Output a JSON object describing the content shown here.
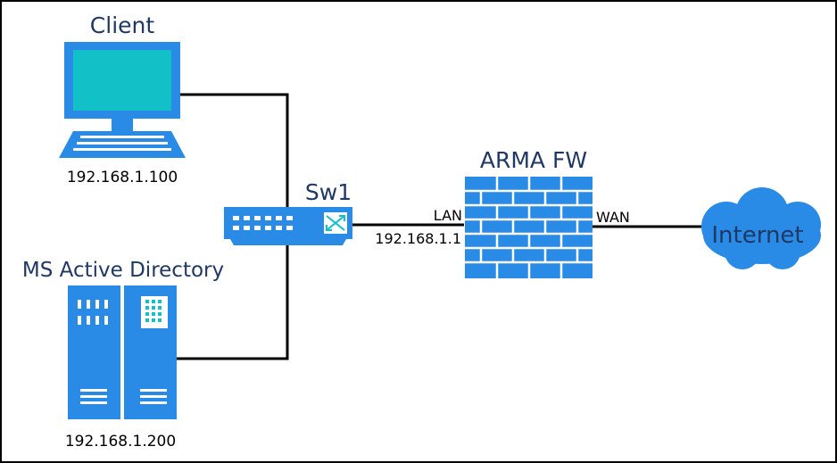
{
  "colors": {
    "device_blue": "#2a8be6",
    "screen_teal": "#12c0c8",
    "cloud_blue": "#2a8be6",
    "label_navy": "#1f3864",
    "line": "#000000"
  },
  "nodes": {
    "client": {
      "title": "Client",
      "ip": "192.168.1.100",
      "icon": "laptop-icon"
    },
    "ad": {
      "title": "MS Active Directory",
      "ip": "192.168.1.200",
      "icon": "server-icon"
    },
    "switch": {
      "title": "Sw1",
      "icon": "switch-icon"
    },
    "firewall": {
      "title": "ARMA FW",
      "icon": "firewall-icon",
      "lan_label": "LAN",
      "lan_ip": "192.168.1.1",
      "wan_label": "WAN"
    },
    "internet": {
      "title": "Internet",
      "icon": "cloud-icon"
    }
  }
}
